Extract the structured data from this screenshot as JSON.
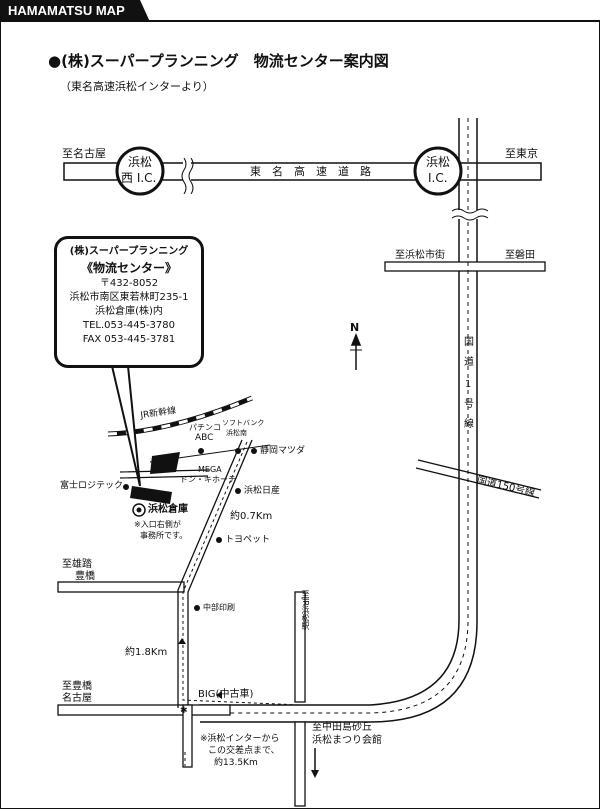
{
  "header": {
    "tab_label": "HAMAMATSU MAP"
  },
  "title": "●(株)スーパープランニング　物流センター案内図",
  "subtitle": "（東名高速浜松インターより）",
  "info_box": {
    "company": "(株)スーパープランニング",
    "center": "《物流センター》",
    "postal": "〒432-8052",
    "address": "浜松市南区東若林町235-1",
    "care_of": "浜松倉庫(株)内",
    "tel": "TEL.053-445-3780",
    "fax": "FAX 053-445-3781"
  },
  "highway": {
    "name_chars": [
      "東",
      "名",
      "高",
      "速",
      "道",
      "路"
    ],
    "ic_west": [
      "浜松",
      "西 I.C."
    ],
    "ic_east": [
      "浜松",
      "I.C."
    ],
    "to_nagoya": "至名古屋",
    "to_tokyo": "至東京"
  },
  "route1": {
    "chars": [
      "国",
      "道",
      "1",
      "号",
      "線"
    ]
  },
  "roads": {
    "to_hamamatsu_shigai": "至浜松市街",
    "to_iwata": "至磐田",
    "route150": "国道150号線",
    "to_yuto_toyohashi": [
      "至雄踏",
      "豊橋"
    ],
    "to_toyohashi_nagoya": [
      "至豊橋",
      "名古屋"
    ],
    "to_jr_hamamatsu": "至JR浜松駅",
    "to_nakatajima": [
      "至中田島砂丘",
      "浜松まつり会館"
    ],
    "jr_shinkansen": "JR新幹線"
  },
  "landmarks": {
    "pachinko": [
      "パチンコ",
      "ABC"
    ],
    "softbank": [
      "ソフトバンク",
      "浜松南"
    ],
    "shizuoka_mazda": "静岡マツダ",
    "mega_donki": [
      "MEGA",
      "ドン・キホーテ"
    ],
    "fuji_logitech": "富士ロジテック",
    "hamamatsu_soko": "浜松倉庫",
    "entrance_note": [
      "※入口右側が",
      "事務所です。"
    ],
    "hamamatsu_nissan": "浜松日産",
    "toyopet": "トヨペット",
    "chubu_insatsu": "中部印刷",
    "big_usedcar": "BIG(中古車)"
  },
  "distances": {
    "d07": "約0.7Km",
    "d18": "約1.8Km",
    "note": [
      "※浜松インターから",
      "この交差点まで、",
      "約13.5Km"
    ]
  },
  "compass": {
    "north": "N"
  }
}
